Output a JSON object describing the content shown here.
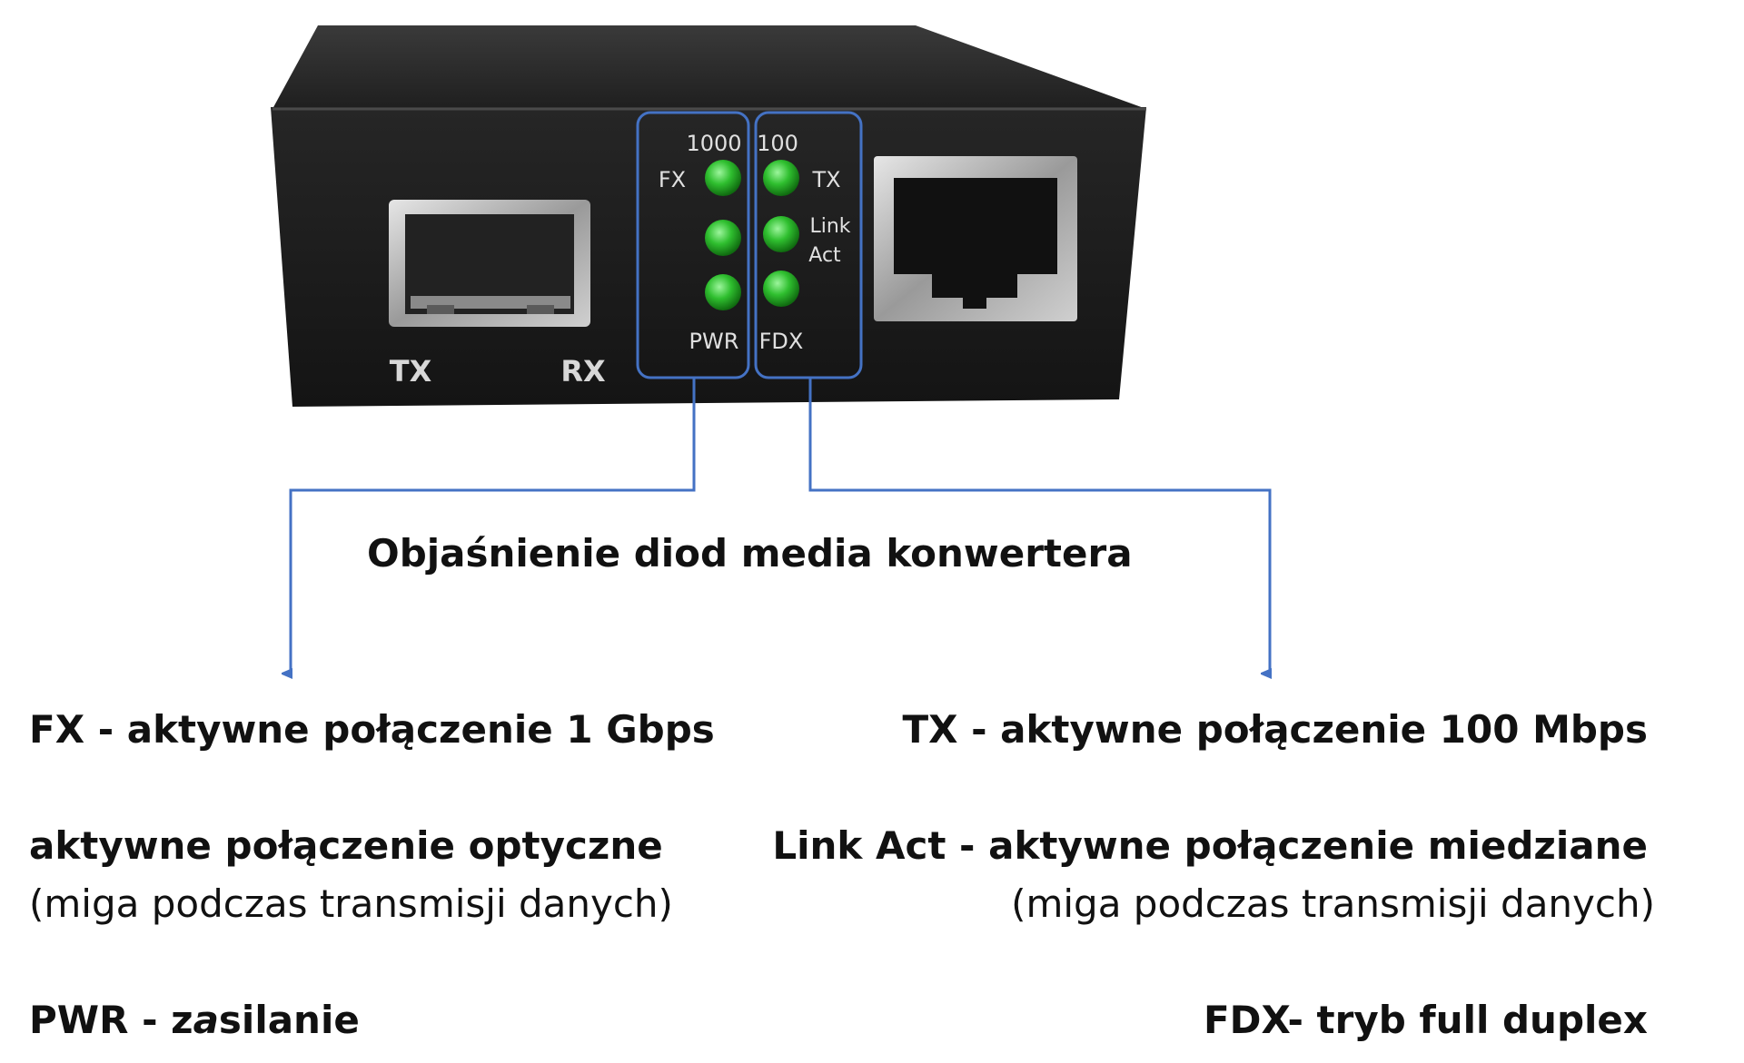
{
  "title": "Objaśnienie diod media konwertera",
  "device": {
    "port_labels": {
      "tx": "TX",
      "rx": "RX"
    },
    "leds_left": {
      "top": "1000",
      "fx": "FX",
      "pwr": "PWR"
    },
    "leds_right": {
      "top": "100",
      "tx": "TX",
      "link": "Link",
      "act": "Act",
      "fdx": "FDX"
    },
    "colors": {
      "led": "#2fbf2f",
      "callout": "#4472c4",
      "housing": "#1b1b1b"
    }
  },
  "left": {
    "fx": "FX - aktywne połączenie 1 Gbps",
    "optical": "aktywne połączenie optyczne",
    "optical_note": "(miga podczas transmisji danych)",
    "pwr_bold": "PWR - z",
    "pwr_italic": "a",
    "pwr_rest": "silanie"
  },
  "right": {
    "tx": "TX - aktywne połączenie 100 Mbps",
    "link": "Link Act - aktywne połączenie miedziane",
    "link_note": "(miga podczas transmisji danych)",
    "fdx": "FDX- tryb full duplex"
  }
}
